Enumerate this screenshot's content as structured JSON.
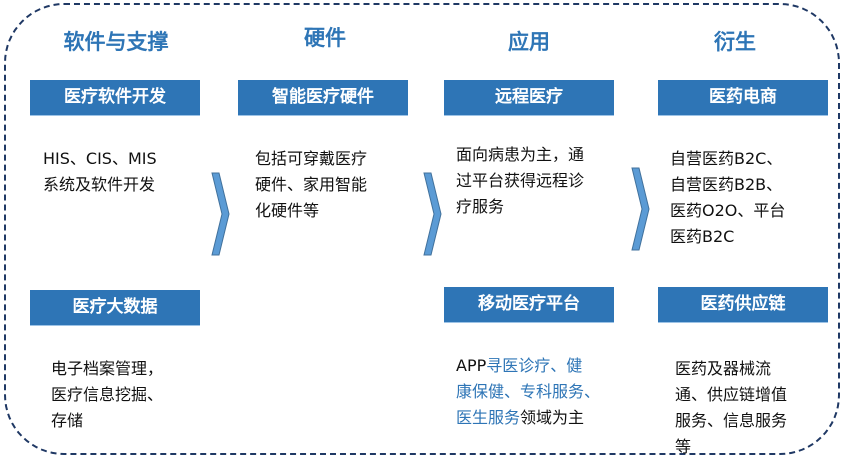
{
  "columns": [
    {
      "title": "软件与支撑",
      "blocks": [
        {
          "label": "医疗软件开发",
          "lines": [
            "HIS、CIS、MIS",
            "系统及软件开发"
          ]
        },
        {
          "label": "医疗大数据",
          "lines": [
            "电子档案管理，",
            "医疗信息挖掘、",
            "存储"
          ]
        }
      ]
    },
    {
      "title": "硬件",
      "blocks": [
        {
          "label": "智能医疗硬件",
          "lines": [
            "包括可穿戴医疗",
            "硬件、家用智能",
            "化硬件等"
          ]
        }
      ]
    },
    {
      "title": "应用",
      "blocks": [
        {
          "label": "远程医疗",
          "lines": [
            "面向病患为主，通",
            "过平台获得远程诊",
            "疗服务"
          ]
        },
        {
          "label": "移动医疗平台",
          "rich": {
            "l1a": "APP",
            "l1b": "寻医诊疗、健",
            "l2": "康保健、专科服务、",
            "l3a": "医生服务",
            "l3b": "领域为主"
          }
        }
      ]
    },
    {
      "title": "衍生",
      "blocks": [
        {
          "label": "医药电商",
          "lines": [
            "自营医药B2C、",
            "自营医药B2B、",
            "医药O2O、平台",
            "医药B2C"
          ]
        },
        {
          "label": "医药供应链",
          "lines": [
            "医药及器械流",
            "通、供应链增值",
            "服务、信息服务",
            "等"
          ]
        }
      ]
    }
  ],
  "colors": {
    "accent": "#2e75b6",
    "border": "#1f3864",
    "chevron": "#5b9bd5"
  },
  "icons": [
    "chevron-right-icon",
    "chevron-right-icon",
    "chevron-right-icon"
  ]
}
